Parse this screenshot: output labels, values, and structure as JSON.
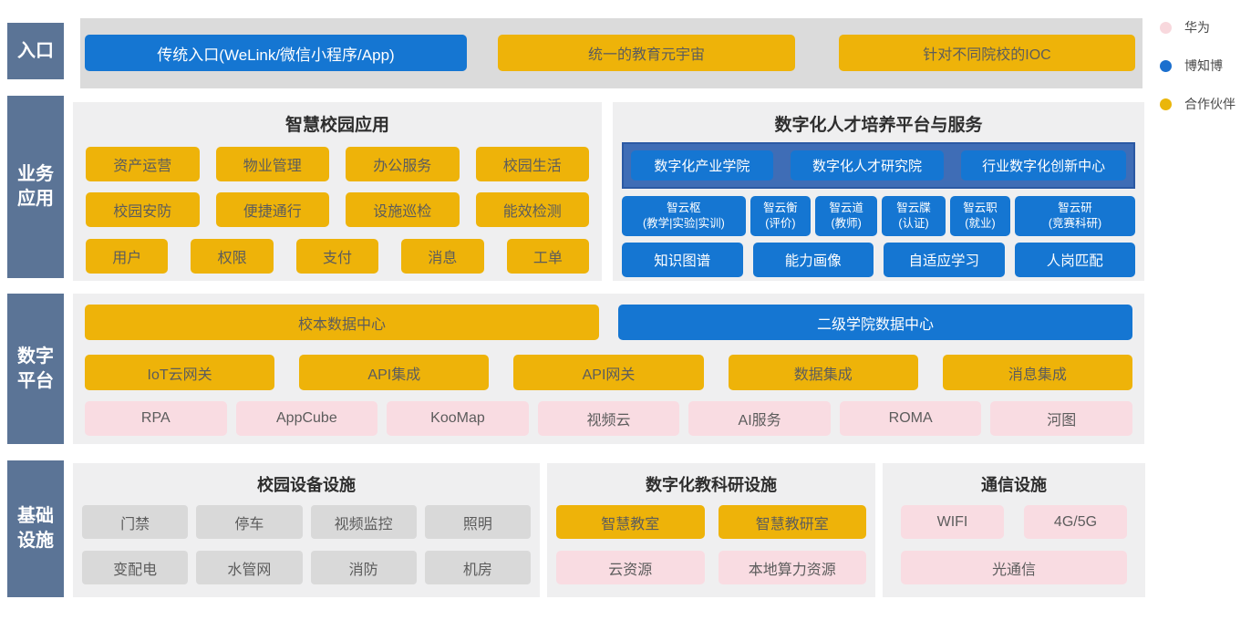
{
  "colors": {
    "huawei_pink": "#f9dce2",
    "bozhibo_blue": "#1576d2",
    "partner_yellow": "#eeb309",
    "sidebar_slate": "#5b7496",
    "gray_box": "#d9d9d9",
    "panel_gray": "#efeff0",
    "entry_strip_gray": "#dbdbdb",
    "institute_frame_blue": "#3f6db6"
  },
  "legend": [
    {
      "label": "华为"
    },
    {
      "label": "博知博"
    },
    {
      "label": "合作伙伴"
    }
  ],
  "sidebar": {
    "entry": "入口",
    "business": "业务应用",
    "digital": "数字平台",
    "infra": "基础设施"
  },
  "entry_band": {
    "traditional": "传统入口(WeLink/微信小程序/App)",
    "metaverse": "统一的教育元宇宙",
    "ioc": "针对不同院校的IOC"
  },
  "business_band": {
    "campus_apps": {
      "title": "智慧校园应用",
      "row1": [
        "资产运营",
        "物业管理",
        "办公服务",
        "校园生活"
      ],
      "row2": [
        "校园安防",
        "便捷通行",
        "设施巡检",
        "能效检测"
      ],
      "row3": [
        "用户",
        "权限",
        "支付",
        "消息",
        "工单"
      ]
    },
    "talent_platform": {
      "title": "数字化人才培养平台与服务",
      "institutes": [
        "数字化产业学院",
        "数字化人才研究院",
        "行业数字化创新中心"
      ],
      "zhiyun": [
        {
          "name": "智云枢",
          "sub": "(教学|实验|实训)"
        },
        {
          "name": "智云衡",
          "sub": "(评价)"
        },
        {
          "name": "智云道",
          "sub": "(教师)"
        },
        {
          "name": "智云牒",
          "sub": "(认证)"
        },
        {
          "name": "智云职",
          "sub": "(就业)"
        },
        {
          "name": "智云研",
          "sub": "(竞赛科研)"
        }
      ],
      "capabilities": [
        "知识图谱",
        "能力画像",
        "自适应学习",
        "人岗匹配"
      ]
    }
  },
  "digital_band": {
    "school_dc": "校本数据中心",
    "college_dc": "二级学院数据中心",
    "integration": [
      "IoT云网关",
      "API集成",
      "API网关",
      "数据集成",
      "消息集成"
    ],
    "huawei_services": [
      "RPA",
      "AppCube",
      "KooMap",
      "视频云",
      "AI服务",
      "ROMA",
      "河图"
    ]
  },
  "infra_band": {
    "campus_facilities": {
      "title": "校园设备设施",
      "row1": [
        "门禁",
        "停车",
        "视频监控",
        "照明"
      ],
      "row2": [
        "变配电",
        "水管网",
        "消防",
        "机房"
      ]
    },
    "research_facilities": {
      "title": "数字化教科研设施",
      "row1": [
        "智慧教室",
        "智慧教研室"
      ],
      "row2": [
        "云资源",
        "本地算力资源"
      ]
    },
    "comm_facilities": {
      "title": "通信设施",
      "row1": [
        "WIFI",
        "4G/5G"
      ],
      "row2": [
        "光通信"
      ]
    }
  }
}
